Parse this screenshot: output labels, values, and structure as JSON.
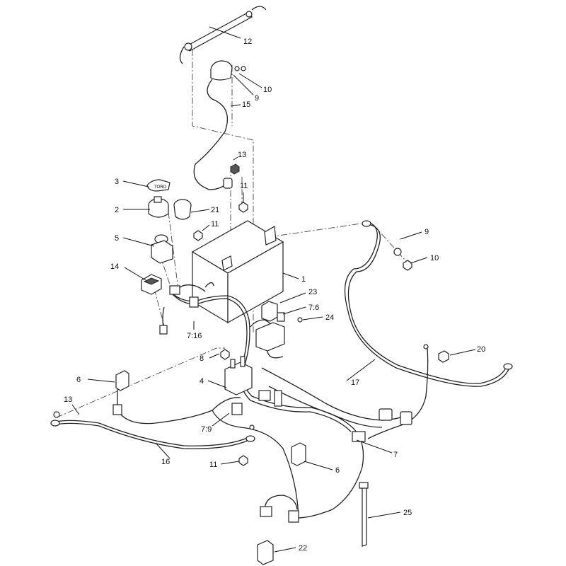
{
  "callouts": [
    {
      "id": "c12",
      "text": "12"
    },
    {
      "id": "c10a",
      "text": "10"
    },
    {
      "id": "c9a",
      "text": "9"
    },
    {
      "id": "c15",
      "text": "15"
    },
    {
      "id": "c13a",
      "text": "13"
    },
    {
      "id": "c11a",
      "text": "11"
    },
    {
      "id": "c3",
      "text": "3"
    },
    {
      "id": "c2",
      "text": "2"
    },
    {
      "id": "c21",
      "text": "21"
    },
    {
      "id": "c11b",
      "text": "11"
    },
    {
      "id": "c5",
      "text": "5"
    },
    {
      "id": "c9b",
      "text": "9"
    },
    {
      "id": "c10b",
      "text": "10"
    },
    {
      "id": "c1",
      "text": "1"
    },
    {
      "id": "c14",
      "text": "14"
    },
    {
      "id": "c23",
      "text": "23"
    },
    {
      "id": "c7_6",
      "text": "7:6"
    },
    {
      "id": "c24",
      "text": "24"
    },
    {
      "id": "c7_16",
      "text": "7:16"
    },
    {
      "id": "c20",
      "text": "20"
    },
    {
      "id": "c8",
      "text": "8"
    },
    {
      "id": "c17",
      "text": "17"
    },
    {
      "id": "c6a",
      "text": "6"
    },
    {
      "id": "c4",
      "text": "4"
    },
    {
      "id": "c13b",
      "text": "13"
    },
    {
      "id": "c7_9",
      "text": "7:9"
    },
    {
      "id": "c7",
      "text": "7"
    },
    {
      "id": "c16",
      "text": "16"
    },
    {
      "id": "c11c",
      "text": "11"
    },
    {
      "id": "c6b",
      "text": "6"
    },
    {
      "id": "c25",
      "text": "25"
    },
    {
      "id": "c22",
      "text": "22"
    }
  ],
  "key_label": "TORO"
}
